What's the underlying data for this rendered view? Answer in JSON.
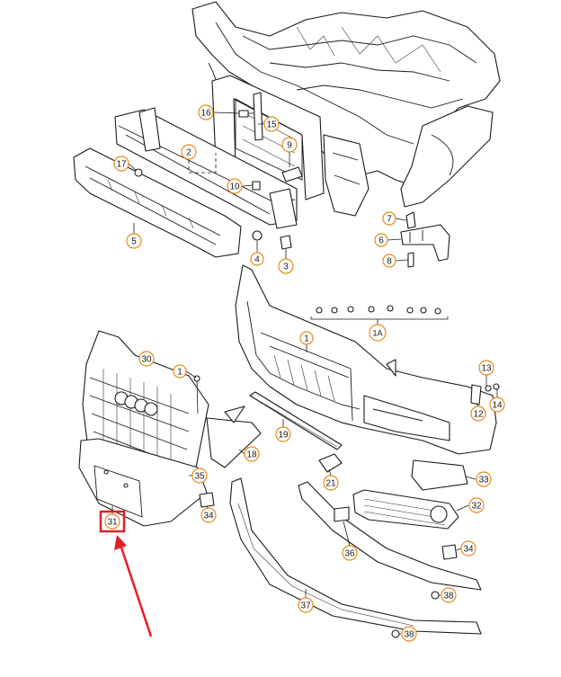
{
  "diagram": {
    "colors": {
      "line": "#1a1a1a",
      "callout_ring": "#e8891a",
      "highlight": "#e21f26",
      "arrow": "#e21f26",
      "background": "#ffffff"
    },
    "callouts": [
      {
        "id": "c16",
        "label": "16"
      },
      {
        "id": "c15",
        "label": "15"
      },
      {
        "id": "c2",
        "label": "2"
      },
      {
        "id": "c9",
        "label": "9"
      },
      {
        "id": "c17",
        "label": "17"
      },
      {
        "id": "c10",
        "label": "10"
      },
      {
        "id": "c7",
        "label": "7"
      },
      {
        "id": "c6",
        "label": "6"
      },
      {
        "id": "c5",
        "label": "5"
      },
      {
        "id": "c4",
        "label": "4"
      },
      {
        "id": "c3",
        "label": "3"
      },
      {
        "id": "c8",
        "label": "8"
      },
      {
        "id": "c1a",
        "label": "1A"
      },
      {
        "id": "c1",
        "label": "1"
      },
      {
        "id": "c30",
        "label": "30"
      },
      {
        "id": "c1b",
        "label": "1"
      },
      {
        "id": "c13",
        "label": "13"
      },
      {
        "id": "c14",
        "label": "14"
      },
      {
        "id": "c12",
        "label": "12"
      },
      {
        "id": "c19",
        "label": "19"
      },
      {
        "id": "c18",
        "label": "18"
      },
      {
        "id": "c35",
        "label": "35"
      },
      {
        "id": "c21",
        "label": "21"
      },
      {
        "id": "c33",
        "label": "33"
      },
      {
        "id": "c34a",
        "label": "34"
      },
      {
        "id": "c31",
        "label": "31",
        "highlighted": true
      },
      {
        "id": "c32",
        "label": "32"
      },
      {
        "id": "c36",
        "label": "36"
      },
      {
        "id": "c34b",
        "label": "34"
      },
      {
        "id": "c38a",
        "label": "38"
      },
      {
        "id": "c37",
        "label": "37"
      },
      {
        "id": "c38b",
        "label": "38"
      }
    ]
  }
}
